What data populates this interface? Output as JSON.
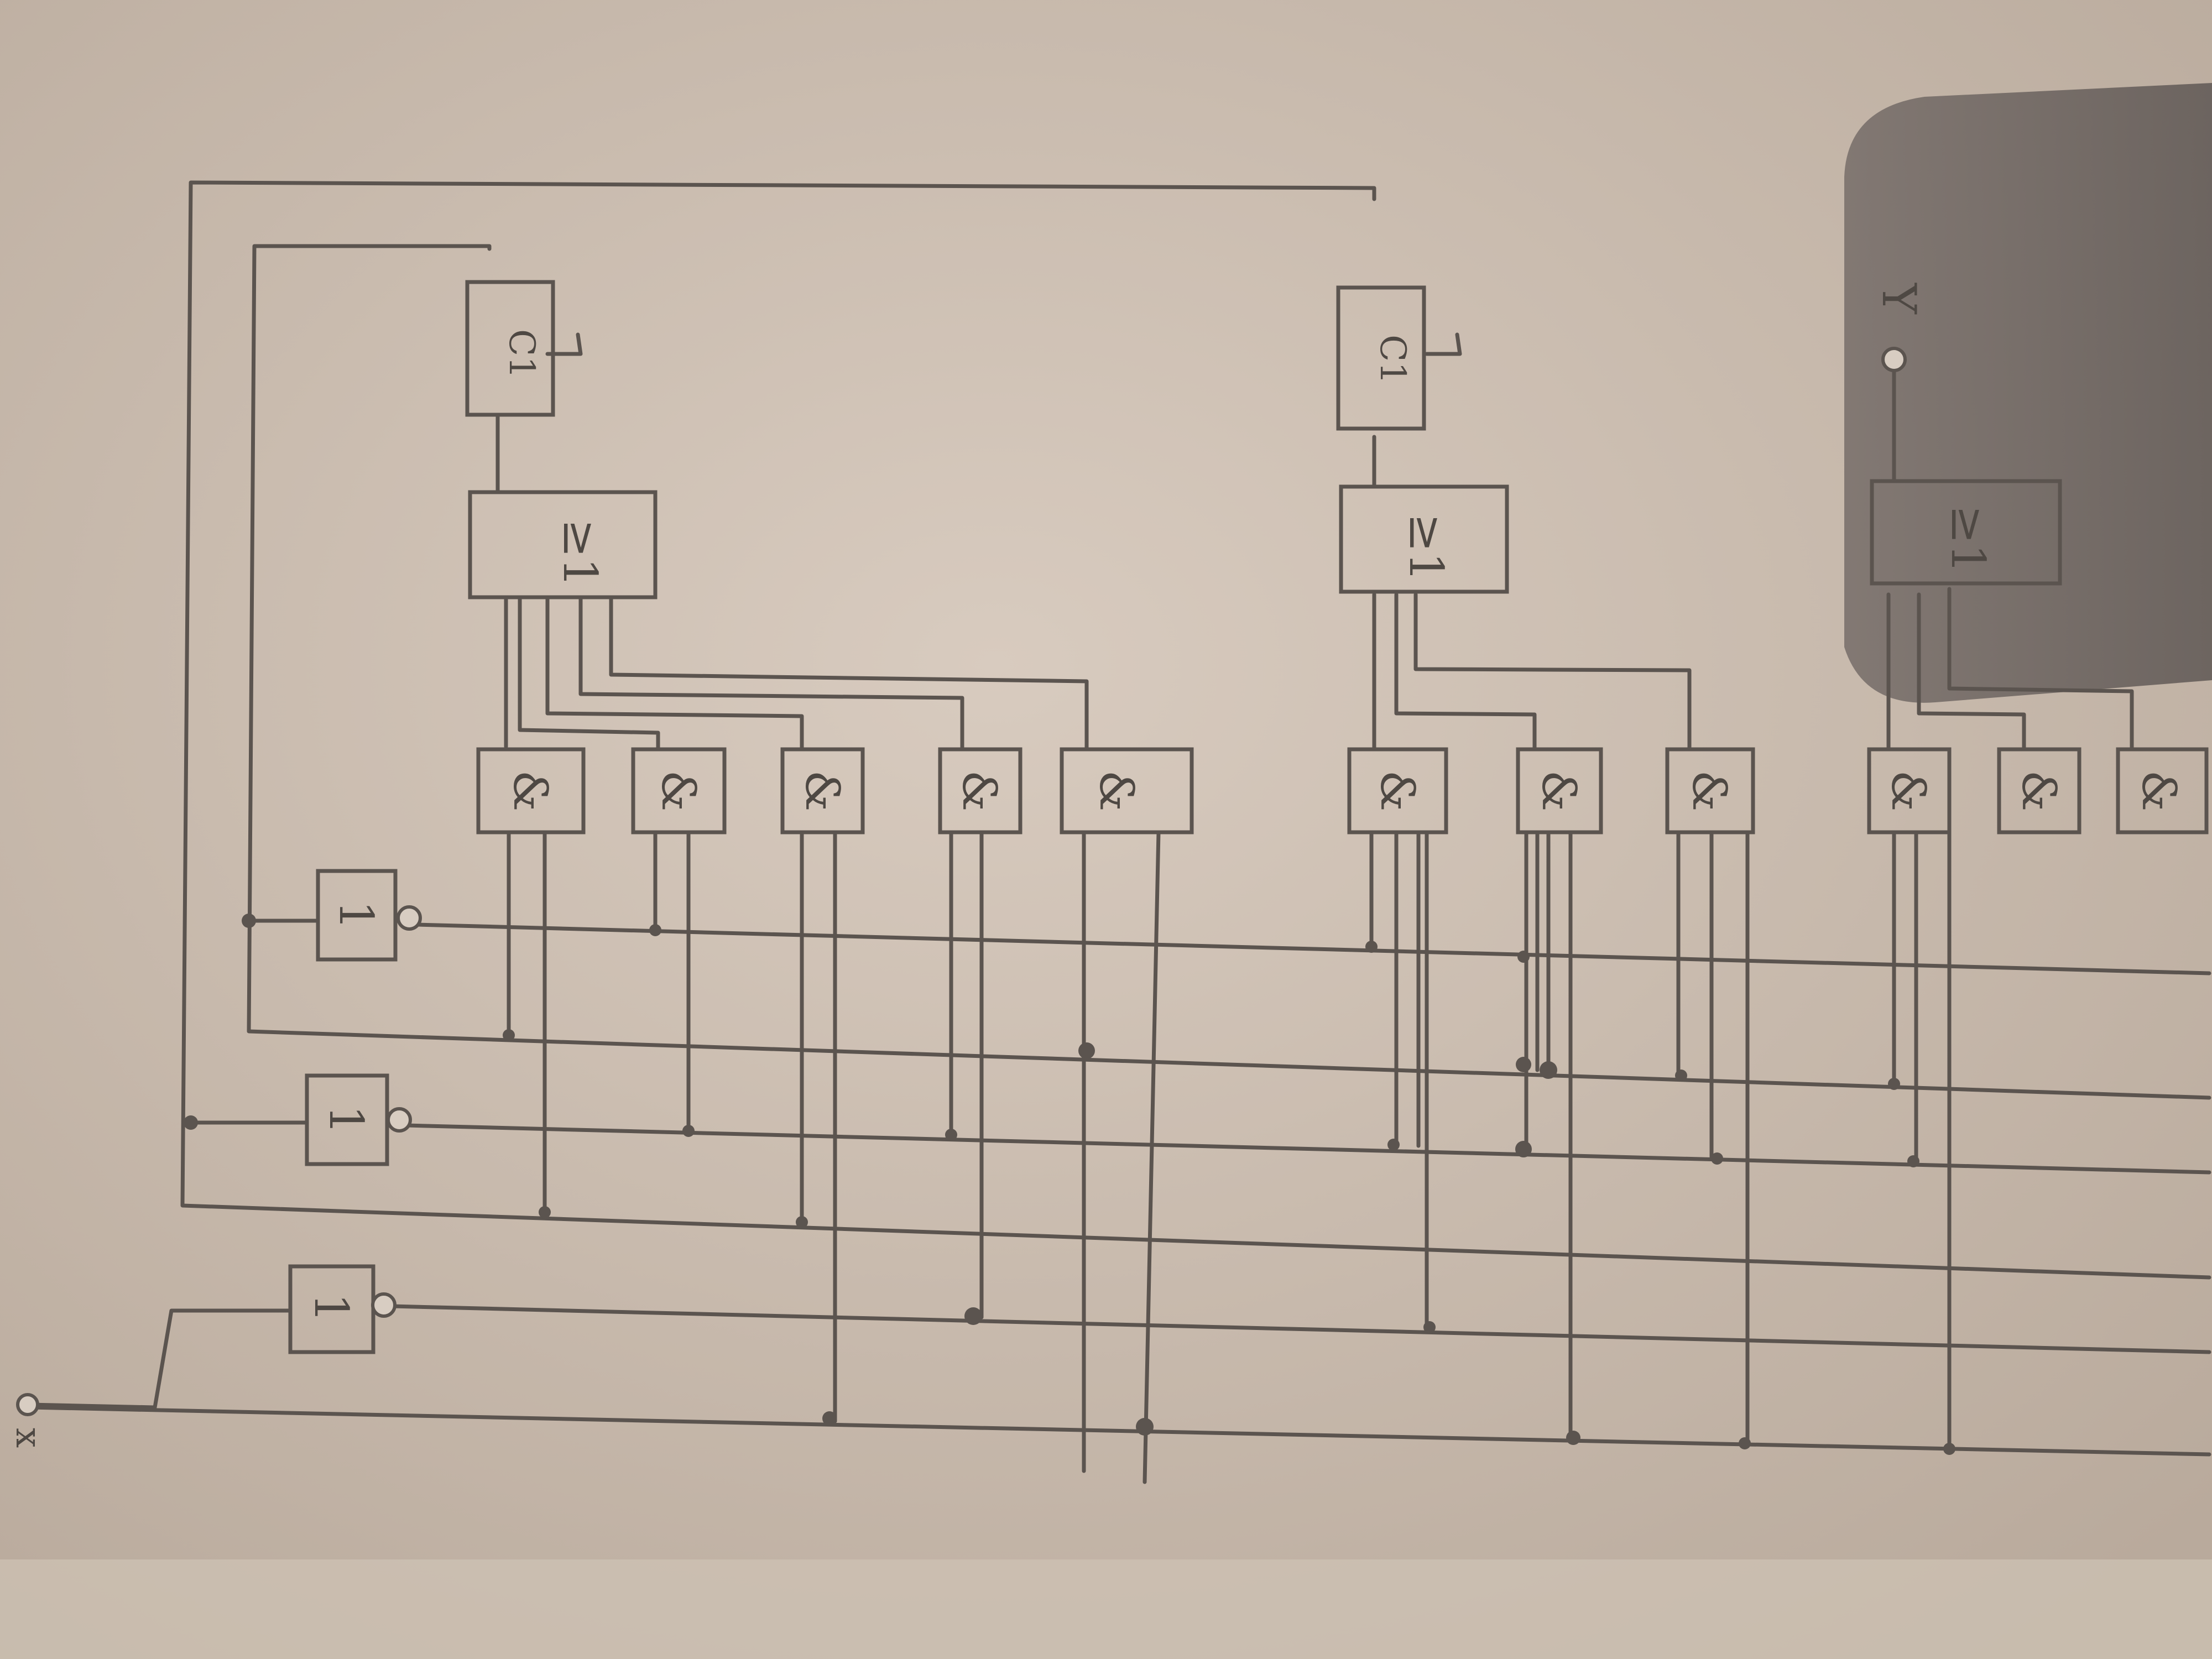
{
  "diagram": {
    "gate_labels": {
      "and": "&",
      "or": "≥1",
      "not": "1",
      "flipflop": "C1"
    },
    "terminals": {
      "input_x": "x",
      "output_y": "Y"
    },
    "and_gate_count": 11,
    "or_gate_count": 3,
    "not_gate_count": 3,
    "flipflop_count": 2
  },
  "colors": {
    "paper": "#cbbcb0",
    "ink": "#5b544f",
    "shadow": "#6a625f"
  }
}
